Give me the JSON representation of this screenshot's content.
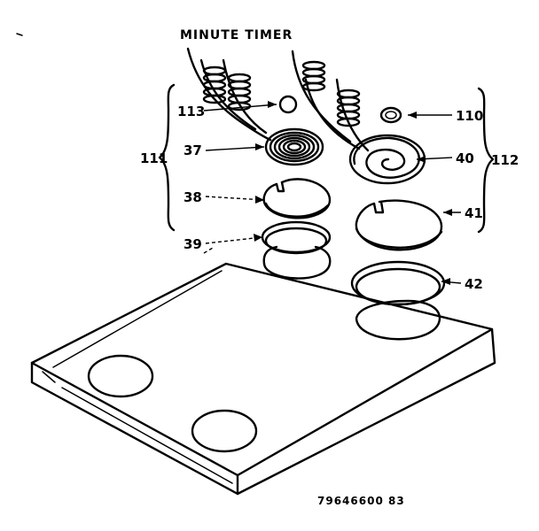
{
  "title": "MINUTE TIMER",
  "drawing_code": "79646600 83",
  "callouts": {
    "c113": "113",
    "c111": "111",
    "c37": "37",
    "c38": "38",
    "c39": "39",
    "c110": "110",
    "c40": "40",
    "c112": "112",
    "c41": "41",
    "c42": "42"
  },
  "parts": [
    {
      "id": "113",
      "label": "113"
    },
    {
      "id": "111",
      "label": "111"
    },
    {
      "id": "37",
      "label": "37"
    },
    {
      "id": "38",
      "label": "38"
    },
    {
      "id": "39",
      "label": "39"
    },
    {
      "id": "110",
      "label": "110"
    },
    {
      "id": "40",
      "label": "40"
    },
    {
      "id": "112",
      "label": "112"
    },
    {
      "id": "41",
      "label": "41"
    },
    {
      "id": "42",
      "label": "42"
    }
  ]
}
